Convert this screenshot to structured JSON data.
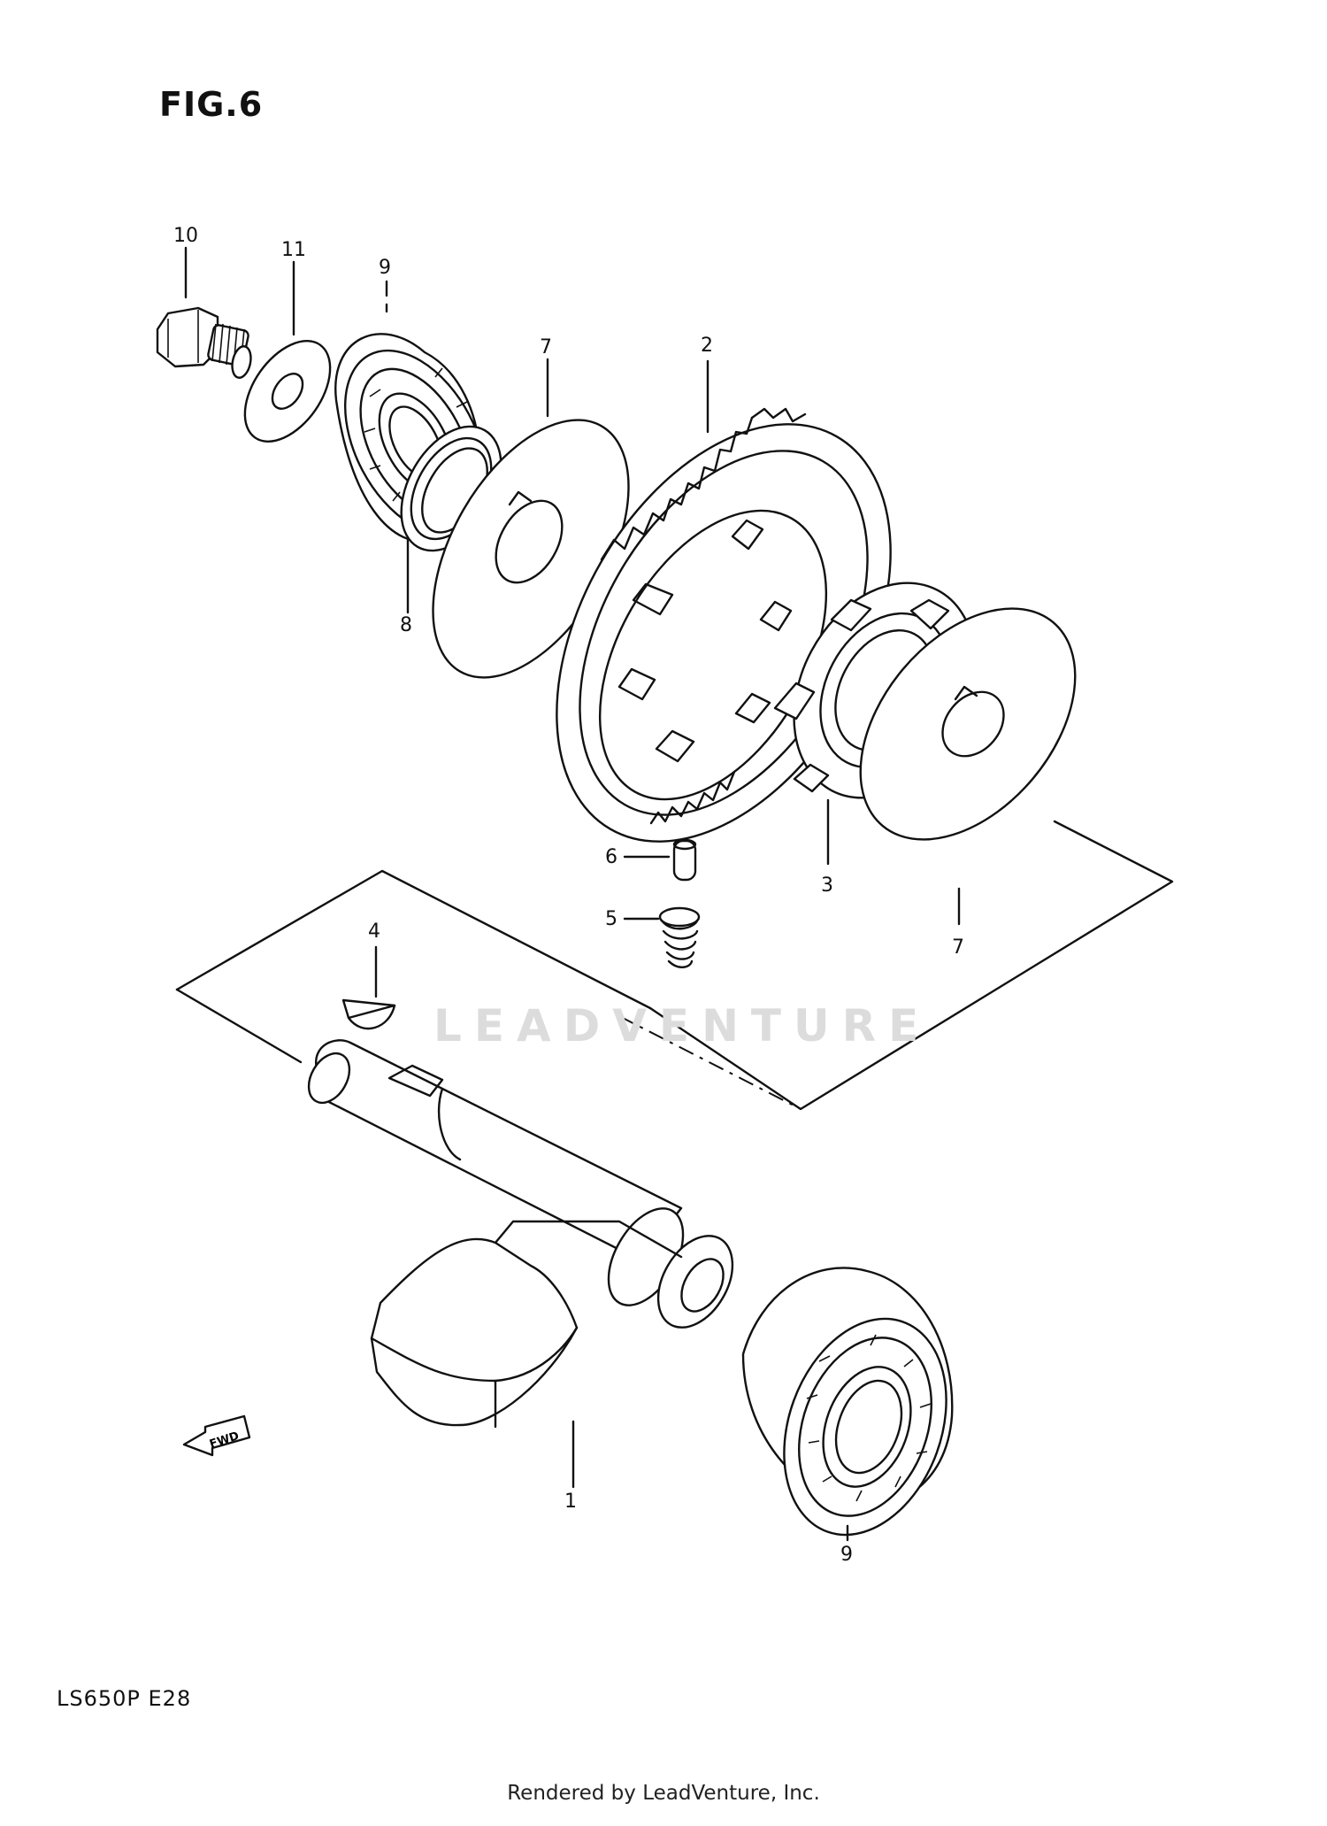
{
  "figure_label": "FIG.6",
  "model_code": "LS650P  E28",
  "footer_text": "Rendered by LeadVenture, Inc.",
  "watermark_text": "LEADVENTURE",
  "fwd_label": "FWD",
  "callouts": [
    {
      "id": "c10",
      "label": "10"
    },
    {
      "id": "c11",
      "label": "11"
    },
    {
      "id": "c9a",
      "label": "9"
    },
    {
      "id": "c7a",
      "label": "7"
    },
    {
      "id": "c2",
      "label": "2"
    },
    {
      "id": "c8",
      "label": "8"
    },
    {
      "id": "c3",
      "label": "3"
    },
    {
      "id": "c7b",
      "label": "7"
    },
    {
      "id": "c6",
      "label": "6"
    },
    {
      "id": "c5",
      "label": "5"
    },
    {
      "id": "c4",
      "label": "4"
    },
    {
      "id": "c1",
      "label": "1"
    },
    {
      "id": "c9b",
      "label": "9"
    }
  ]
}
